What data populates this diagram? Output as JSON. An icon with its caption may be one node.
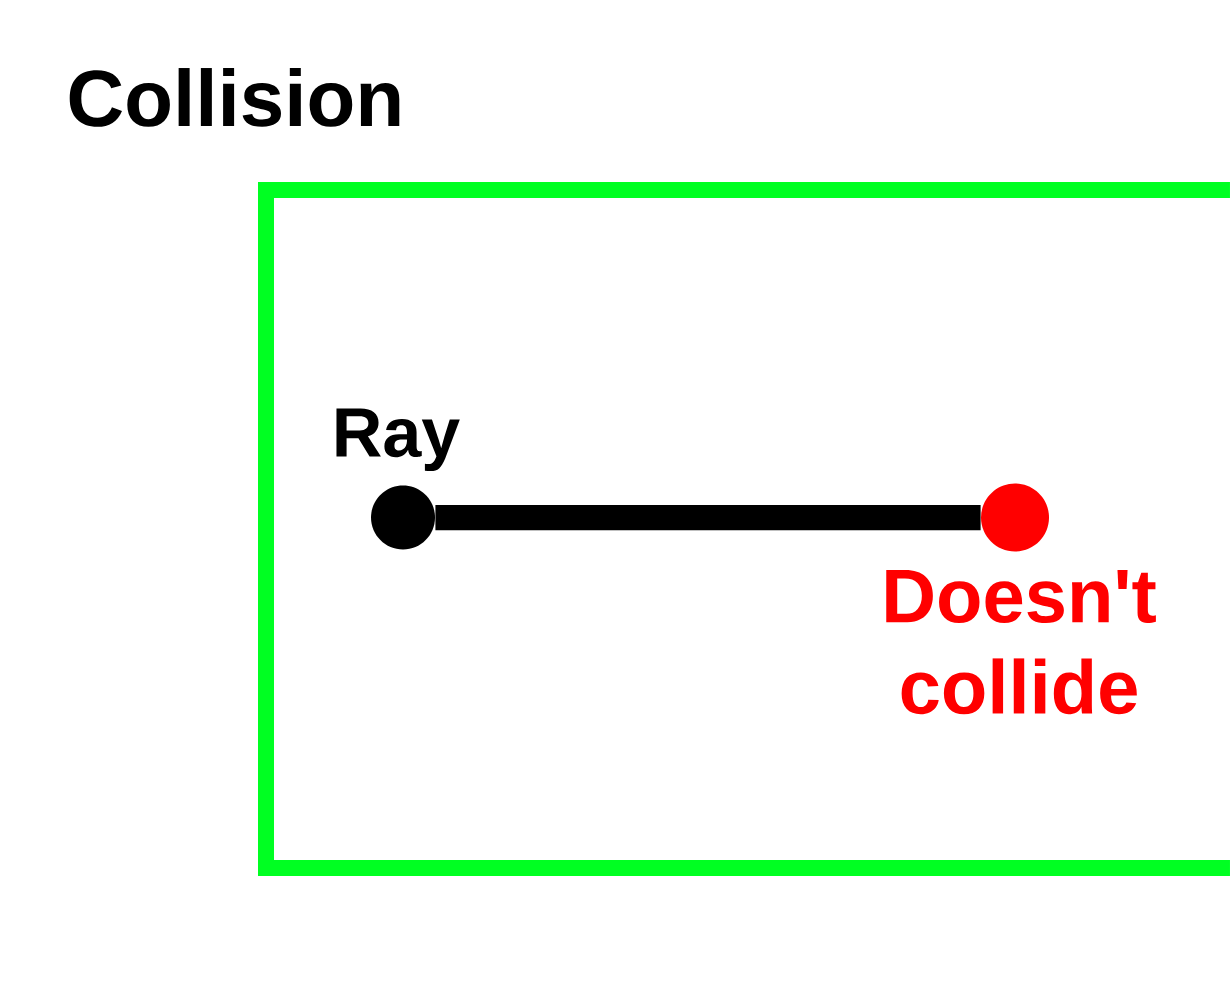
{
  "diagram": {
    "title": "Collision",
    "nodes": [
      {
        "text": [],
        "shape": "box"
      },
      {
        "text": [],
        "shape": "circle",
        "beside": [
          "Ray"
        ],
        "in": 0
      },
      {
        "text": [],
        "shape": "circle",
        "beside": [
          "Doesn't collide"
        ],
        "in": 0
      }
    ],
    "edges": [
      {
        "from": 1,
        "to": 2,
        "arrow": "none"
      }
    ]
  }
}
